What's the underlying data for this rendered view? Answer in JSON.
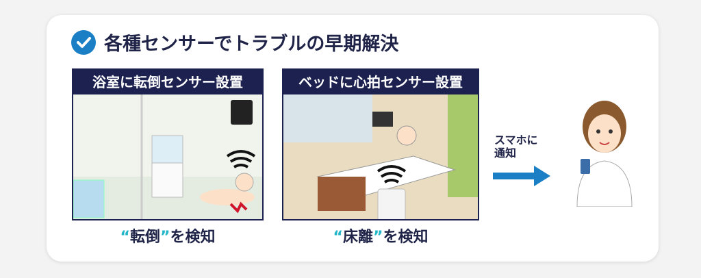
{
  "title": "各種センサーでトラブルの早期解決",
  "panels": [
    {
      "header": "浴室に転倒センサー設置",
      "caption_open": "“",
      "caption_word": "転倒",
      "caption_close": "”",
      "caption_rest": "を検知"
    },
    {
      "header": "ベッドに心拍センサー設置",
      "caption_open": "“",
      "caption_word": "床離",
      "caption_close": "”",
      "caption_rest": "を検知"
    }
  ],
  "notify": {
    "line1": "スマホに",
    "line2": "通知"
  },
  "colors": {
    "navy": "#1c2150",
    "accent": "#1a7fc4",
    "quote": "#21b5c8"
  }
}
